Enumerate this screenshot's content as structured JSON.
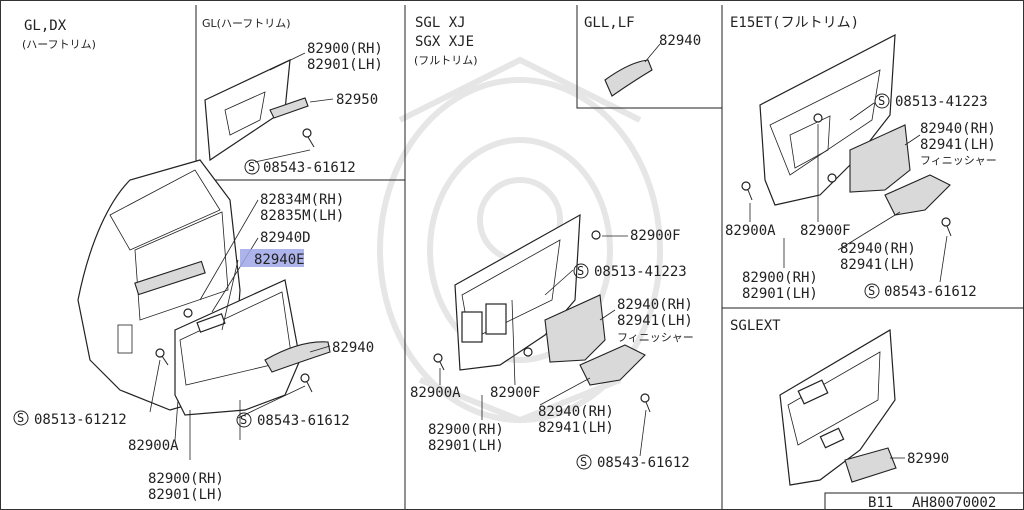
{
  "panels": {
    "gl_dx": {
      "title": "GL,DX",
      "subtitle": "(ハーフトリム)",
      "labels": {
        "p82834m": "82834M(RH)",
        "p82835m": "82835M(LH)",
        "p82940d": "82940D",
        "p82940e": "82940E",
        "p82940": "82940",
        "s08513": "08513-61212",
        "s08543": "08543-61612",
        "p82900a": "82900A",
        "p82900rh": "82900(RH)",
        "p82901lh": "82901(LH)"
      }
    },
    "gl_half": {
      "title": "GL(ハーフトリム)",
      "labels": {
        "p82900rh": "82900(RH)",
        "p82901lh": "82901(LH)",
        "p82950": "82950",
        "s08543": "08543-61612"
      }
    },
    "sgl": {
      "title1": "SGL XJ",
      "title2": "SGX XJE",
      "subtitle": "(フルトリム)",
      "labels": {
        "p82900f_top": "82900F",
        "s08513": "08513-41223",
        "p82940rh": "82940(RH)",
        "p82941lh": "82941(LH)",
        "finisher": "フィニッシャー",
        "p82900a": "82900A",
        "p82900f": "82900F",
        "p82940rh_2": "82940(RH)",
        "p82941lh_2": "82941(LH)",
        "p82900rh": "82900(RH)",
        "p82901lh": "82901(LH)",
        "s08543": "08543-61612"
      }
    },
    "gll_lf": {
      "title": "GLL,LF",
      "labels": {
        "p82940": "82940"
      }
    },
    "e15et": {
      "title": "E15ET(フルトリム)",
      "labels": {
        "s08513": "08513-41223",
        "p82940rh": "82940(RH)",
        "p82941lh": "82941(LH)",
        "finisher": "フィニッシャー",
        "p82900a": "82900A",
        "p82900f": "82900F",
        "p82940rh_2": "82940(RH)",
        "p82941lh_2": "82941(LH)",
        "p82900rh": "82900(RH)",
        "p82901lh": "82901(LH)",
        "s08543": "08543-61612"
      }
    },
    "sglext": {
      "title": "SGLEXT",
      "labels": {
        "p82990": "82990"
      }
    }
  },
  "footer": {
    "model": "B11",
    "code": "AH80070002"
  },
  "screw_symbol": "S",
  "colors": {
    "highlight": "#9fa6e8",
    "line": "#222222"
  }
}
